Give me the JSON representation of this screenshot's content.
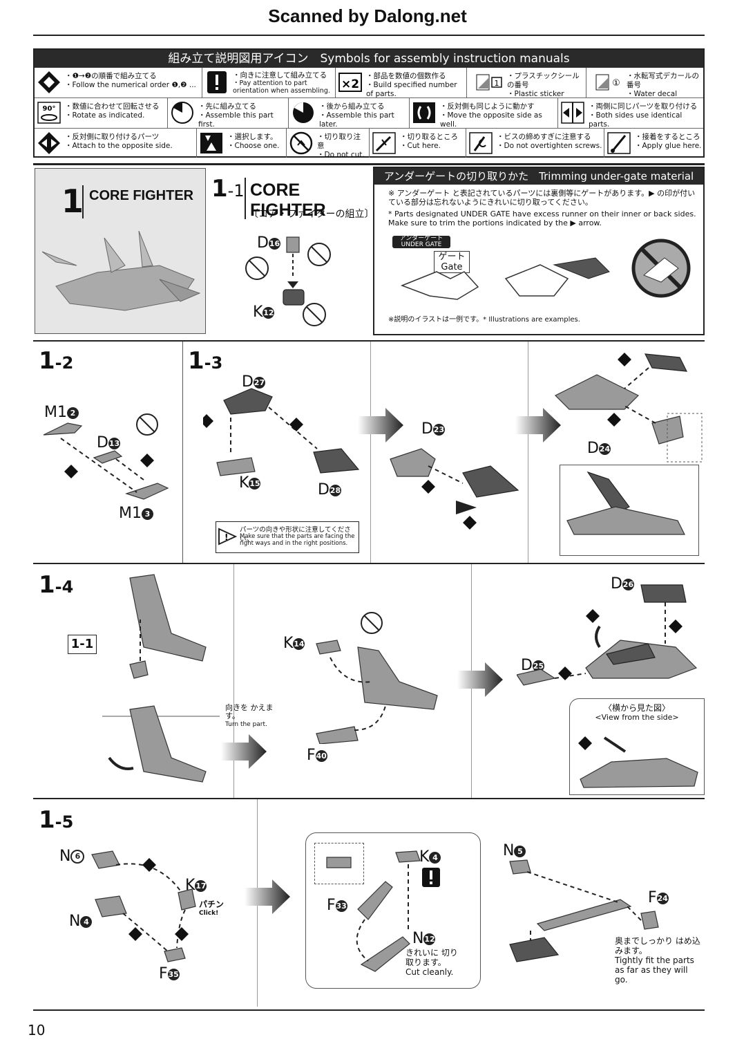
{
  "header": {
    "scan_credit": "Scanned by Dalong.net"
  },
  "symbols_panel": {
    "title": "組み立て説明図用アイコン　Symbols for assembly instruction manuals",
    "items": [
      {
        "jp": "・❶→❷の順番で組み立てる",
        "en": "・Follow the numerical order ❶,❷ ..."
      },
      {
        "jp": "・向きに注意して組み立てる",
        "en": "・Pay attention to part orientation when assembling."
      },
      {
        "jp": "・部品を数値の個数作る",
        "en": "・Build specified number of parts."
      },
      {
        "jp": "・プラスチックシールの番号",
        "en": "・Plastic sticker number"
      },
      {
        "jp": "・水転写式デカールの番号",
        "en": "・Water decal number"
      },
      {
        "jp": "・数値に合わせて回転させる",
        "en": "・Rotate as indicated."
      },
      {
        "jp": "・先に組み立てる",
        "en": "・Assemble this part first."
      },
      {
        "jp": "・後から組み立てる",
        "en": "・Assemble this part later."
      },
      {
        "jp": "・反対側も同じように動かす",
        "en": "・Move the opposite side as well."
      },
      {
        "jp": "・両側に同じパーツを取り付ける",
        "en": "・Both sides use identical parts."
      },
      {
        "jp": "・反対側に取り付けるパーツ",
        "en": "・Attach to the opposite side."
      },
      {
        "jp": "・選択します。",
        "en": "・Choose one."
      },
      {
        "jp": "・切り取り注意",
        "en": "・Do not cut."
      },
      {
        "jp": "・切り取るところ",
        "en": "・Cut here."
      },
      {
        "jp": "・ビスの締めすぎに注意する",
        "en": "・Do not overtighten screws."
      },
      {
        "jp": "・接着をするところ",
        "en": "・Apply glue here."
      }
    ],
    "icon_texts": {
      "x2": "×2",
      "rot": "90°",
      "sticker": "1",
      "decal": "①"
    }
  },
  "step1": {
    "num": "1",
    "title": "CORE FIGHTER"
  },
  "step1_1": {
    "num": "1",
    "sub": "-1",
    "title": "CORE FIGHTER",
    "jp": "〔コア・ファイターの組立〕",
    "parts": [
      {
        "r": "D",
        "n": "16"
      },
      {
        "r": "K",
        "n": "12"
      }
    ]
  },
  "undergate": {
    "title": "アンダーゲートの切り取りかた　Trimming under-gate material",
    "jp": "※ アンダーゲート と表記されているパーツには裏側等にゲートがあります。▶ の印が付いている部分は忘れないようにきれいに切り取ってください。",
    "en": "* Parts designated UNDER GATE have excess runner on their inner or back sides. Make sure to trim the portions indicated by the ▶ arrow.",
    "badge_jp": "アンダーゲート",
    "badge_en": "UNDER GATE",
    "gate_jp": "ゲート",
    "gate_en": "Gate",
    "note": "※説明のイラストは一例です。* Illustrations are examples."
  },
  "step1_2": {
    "num": "1",
    "sub": "-2",
    "parts": [
      {
        "r": "M1",
        "n": "2"
      },
      {
        "r": "D",
        "n": "13"
      },
      {
        "r": "M1",
        "n": "3"
      }
    ]
  },
  "step1_3": {
    "num": "1",
    "sub": "-3",
    "parts": [
      {
        "r": "D",
        "n": "27"
      },
      {
        "r": "K",
        "n": "15"
      },
      {
        "r": "D",
        "n": "28"
      },
      {
        "r": "D",
        "n": "23"
      },
      {
        "r": "D",
        "n": "24"
      }
    ],
    "note_jp": "パーツの向きや形状に注意してください。",
    "note_en": "Make sure that the parts are facing the right ways and in the right positions."
  },
  "step1_4": {
    "num": "1",
    "sub": "-4",
    "ref": "1-1",
    "parts": [
      {
        "r": "K",
        "n": "14"
      },
      {
        "r": "F",
        "n": "40"
      },
      {
        "r": "D",
        "n": "26"
      },
      {
        "r": "D",
        "n": "25"
      }
    ],
    "turn_jp": "向きを かえます。",
    "turn_en": "Turn the part.",
    "side_jp": "〈横から見た図〉",
    "side_en": "<View from the side>"
  },
  "step1_5": {
    "num": "1",
    "sub": "-5",
    "parts": [
      {
        "r": "N",
        "n": "6"
      },
      {
        "r": "N",
        "n": "4"
      },
      {
        "r": "K",
        "n": "17"
      },
      {
        "r": "F",
        "n": "35"
      },
      {
        "r": "K",
        "n": "4"
      },
      {
        "r": "F",
        "n": "33"
      },
      {
        "r": "N",
        "n": "12"
      },
      {
        "r": "N",
        "n": "5"
      },
      {
        "r": "F",
        "n": "24"
      }
    ],
    "click_jp": "パチン",
    "click_en": "Click!",
    "cut_jp": "きれいに 切り取ります。",
    "cut_en": "Cut cleanly.",
    "fit_jp": "奥までしっかり はめ込みます。",
    "fit_en": "Tightly fit the parts as far as they will go."
  },
  "footer": {
    "page": "10"
  }
}
